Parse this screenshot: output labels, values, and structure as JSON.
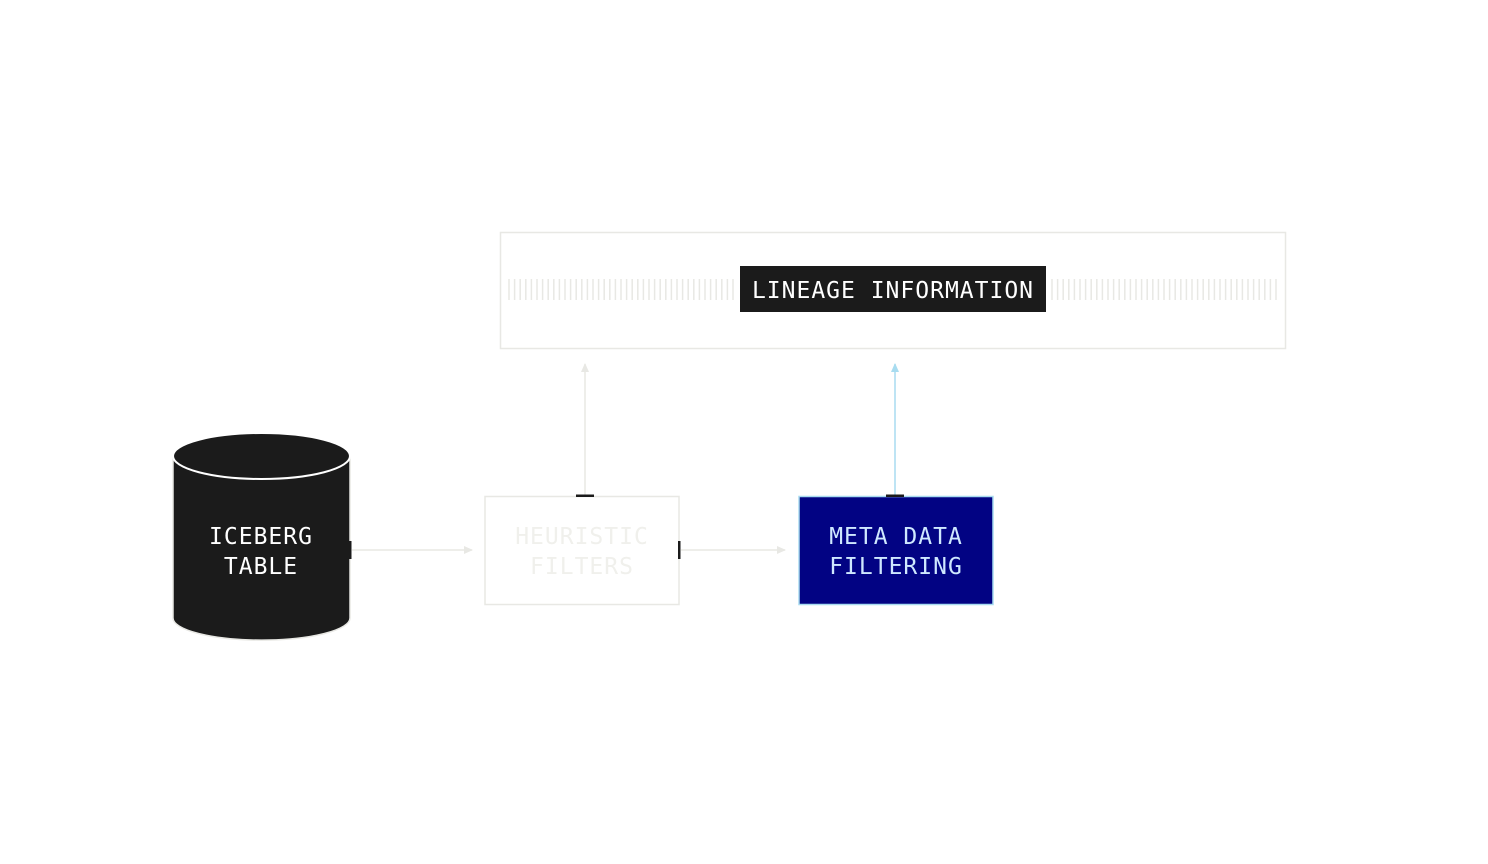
{
  "colors": {
    "background": "#ffffff",
    "dark_fill": "#1b1b1b",
    "light_text": "#ffffff",
    "faint_stroke": "#e8e8e4",
    "faint_text": "#f0f0ec",
    "meta_fill": "#020383",
    "meta_stroke": "#a8dcf0",
    "meta_text": "#cfe8ff",
    "active_arrow": "#a8dcf0",
    "connector_marker": "#1b1b1b"
  },
  "nodes": {
    "iceberg_table": {
      "line1": "ICEBERG",
      "line2": "TABLE",
      "icon": "database-cylinder-icon"
    },
    "heuristic_filters": {
      "line1": "HEURISTIC",
      "line2": "FILTERS"
    },
    "meta_data_filtering": {
      "line1": "META DATA",
      "line2": "FILTERING"
    },
    "lineage_information": {
      "label": "LINEAGE INFORMATION"
    }
  }
}
